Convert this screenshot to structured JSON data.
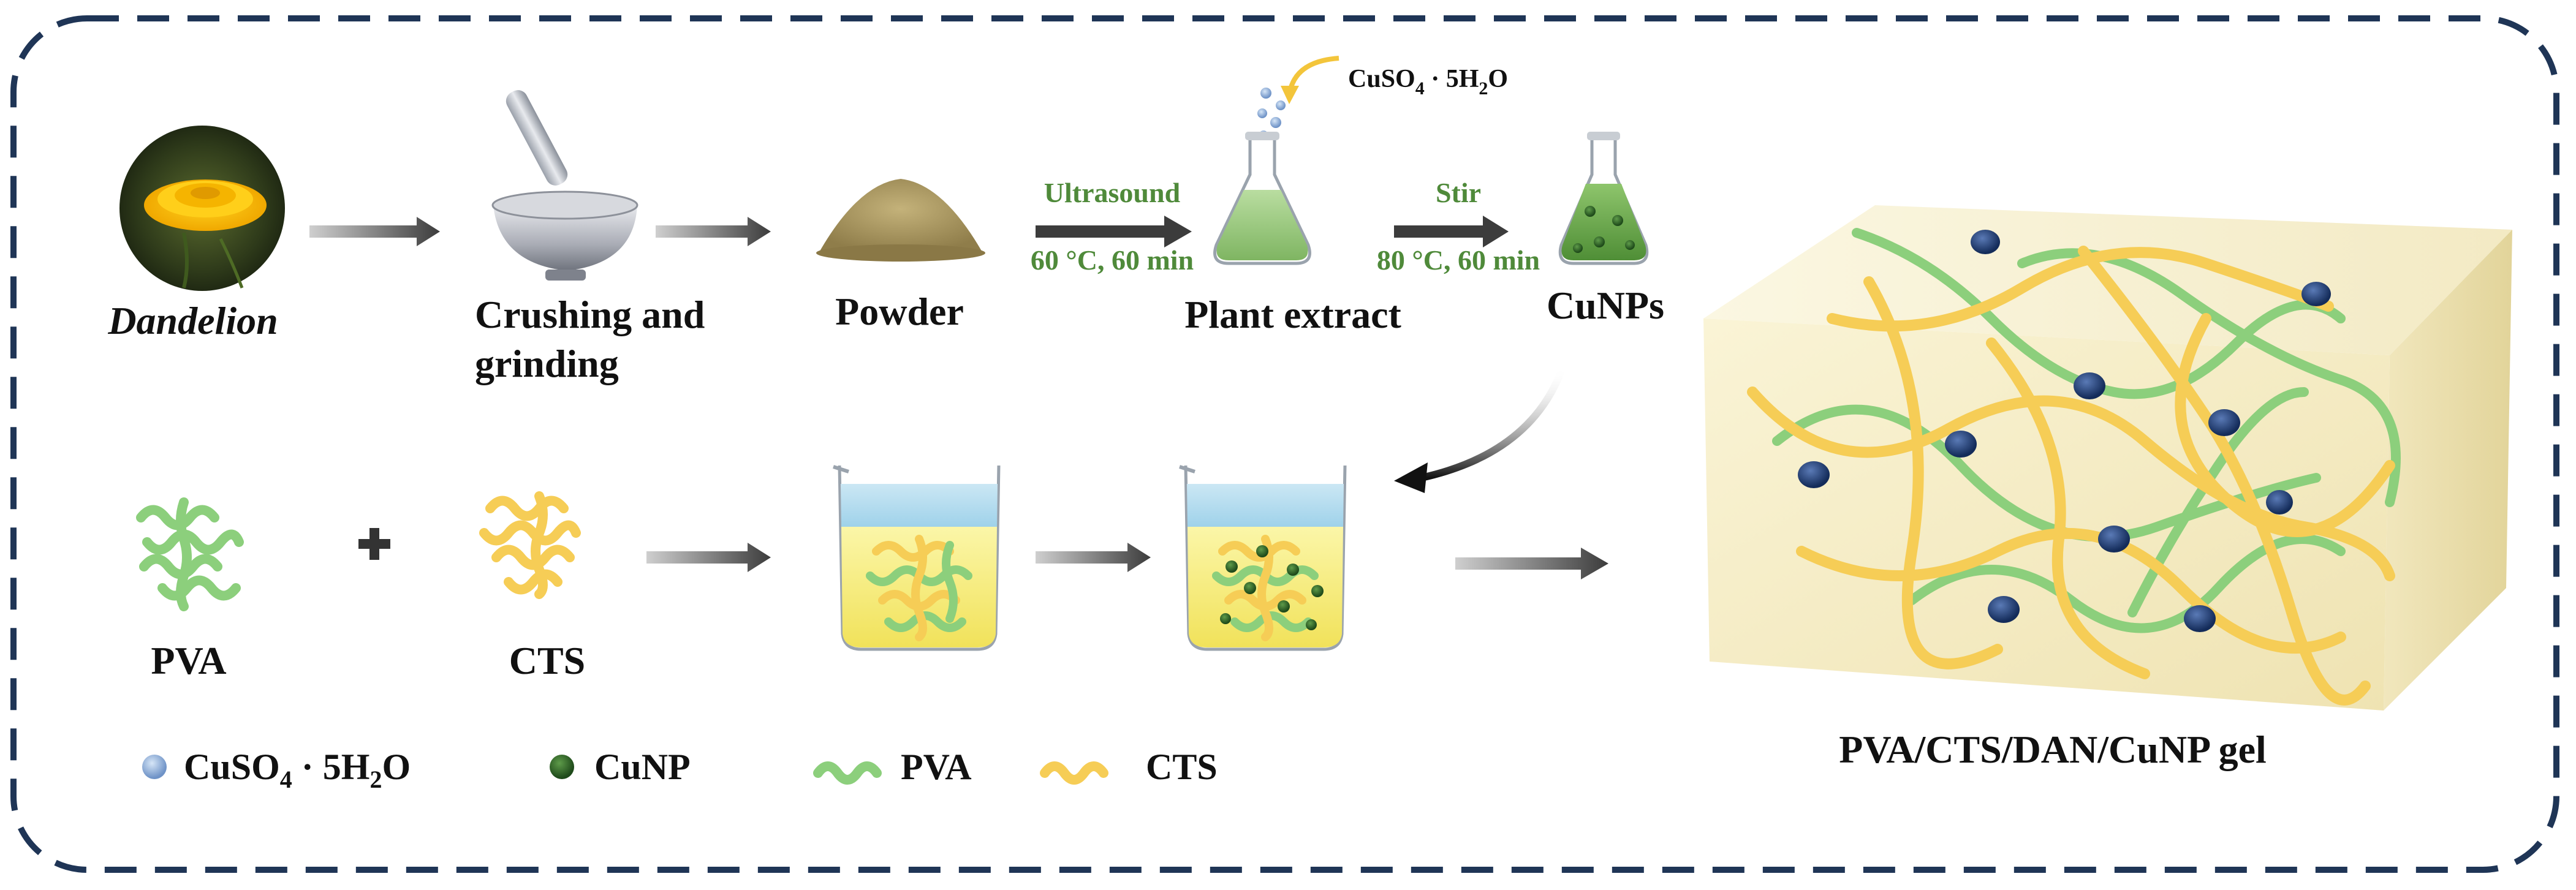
{
  "colors": {
    "border": "#1f3556",
    "arrow": "#4a4a4a",
    "green_text": "#4f8a3a",
    "pva_green": "#8ccf7c",
    "cts_yellow": "#f6cd56",
    "cu_blue": "#1d3f78",
    "cunp_green": "#2e6b2a",
    "gel_body": "#f7f0cf"
  },
  "labels": {
    "dandelion": "Dandelion",
    "crushing_line1": "Crushing and",
    "crushing_line2": "grinding",
    "powder": "Powder",
    "plant_extract": "Plant extract",
    "cunps": "CuNPs",
    "pva": "PVA",
    "cts": "CTS",
    "gel": "PVA/CTS/DAN/CuNP gel"
  },
  "conditions": {
    "ultrasound": "Ultrasound",
    "ultrasound_params": "60 °C, 60 min",
    "stir": "Stir",
    "stir_params": "80 °C, 60 min"
  },
  "reagent": {
    "cuso4_main": "CuSO",
    "cuso4_sub": "4",
    "cuso4_mid": " · 5H",
    "cuso4_sub2": "2",
    "cuso4_end": "O"
  },
  "legend": {
    "cuso4_main": "CuSO",
    "cuso4_sub": "4",
    "cuso4_mid": " · 5H",
    "cuso4_sub2": "2",
    "cuso4_end": "O",
    "cunp": "CuNP",
    "pva": "PVA",
    "cts": "CTS"
  },
  "icons": [
    "dandelion-photo",
    "mortar-pestle-icon",
    "powder-pile-icon",
    "flask-icon",
    "beaker-icon",
    "gel-block-icon",
    "arrow-icon",
    "plus-icon"
  ]
}
